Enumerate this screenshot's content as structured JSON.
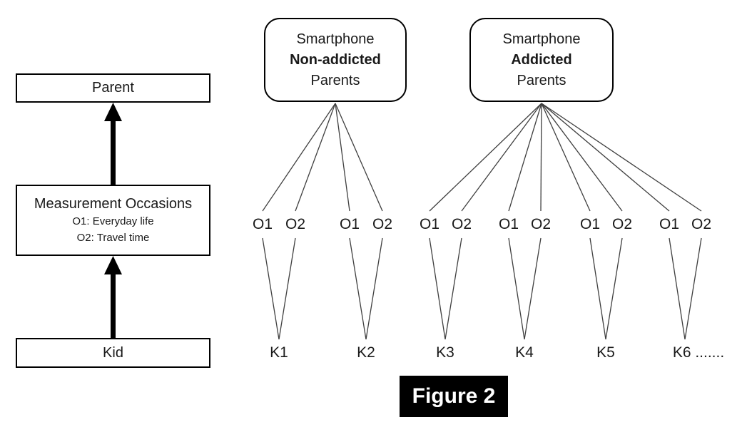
{
  "figure_caption": "Figure 2",
  "left_flow": {
    "parent_box": "Parent",
    "measurement_box": {
      "title": "Measurement Occasions",
      "sublines": [
        "O1: Everyday life",
        "O2: Travel time"
      ]
    },
    "kid_box": "Kid"
  },
  "occasions": {
    "o1": "O1",
    "o2": "O2"
  },
  "groups": [
    {
      "id": "non-addicted",
      "lines": [
        "Smartphone",
        "Non-addicted",
        "Parents"
      ],
      "kids": [
        "K1",
        "K2"
      ]
    },
    {
      "id": "addicted",
      "lines": [
        "Smartphone",
        "Addicted",
        "Parents"
      ],
      "kids": [
        "K3",
        "K4",
        "K5",
        "K6 ......."
      ]
    }
  ],
  "colors": {
    "connector_line": "#3f3f3f",
    "box_border": "#000000",
    "caption_bg": "#000000",
    "caption_fg": "#ffffff"
  }
}
